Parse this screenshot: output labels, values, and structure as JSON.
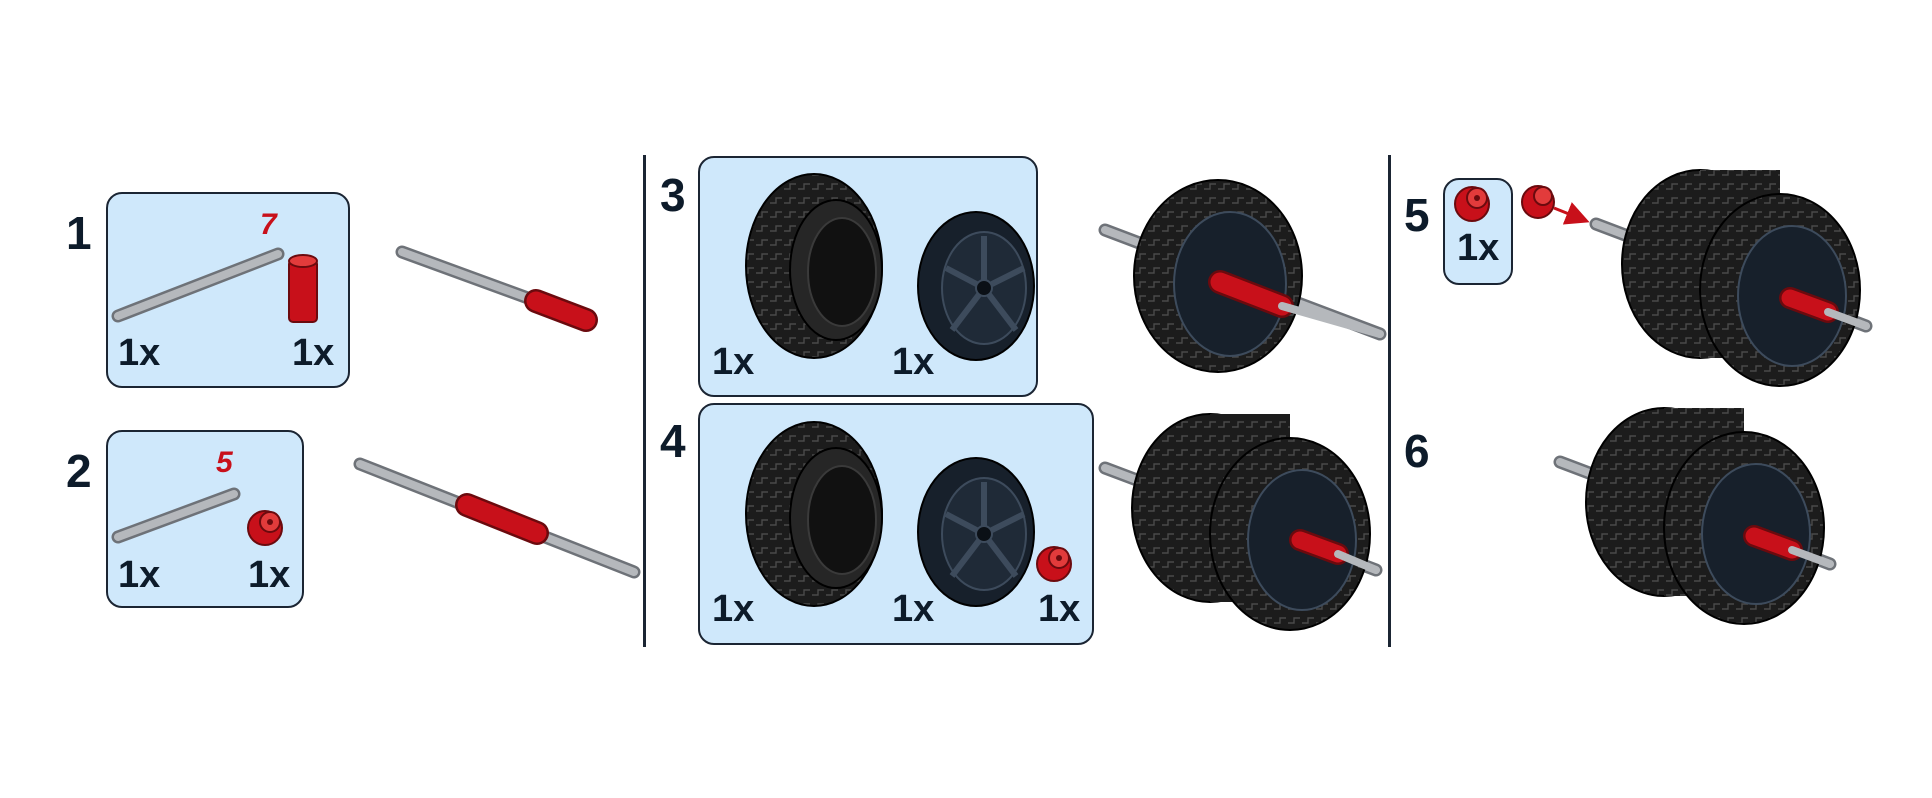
{
  "steps": [
    {
      "number": "1",
      "parts": [
        {
          "qty": "1x",
          "length": "7"
        },
        {
          "qty": "1x"
        }
      ]
    },
    {
      "number": "2",
      "parts": [
        {
          "qty": "1x",
          "length": "5"
        },
        {
          "qty": "1x"
        }
      ]
    },
    {
      "number": "3",
      "parts": [
        {
          "qty": "1x"
        },
        {
          "qty": "1x"
        }
      ]
    },
    {
      "number": "4",
      "parts": [
        {
          "qty": "1x"
        },
        {
          "qty": "1x"
        },
        {
          "qty": "1x"
        }
      ]
    },
    {
      "number": "5",
      "parts": [
        {
          "qty": "1x"
        }
      ]
    },
    {
      "number": "6",
      "parts": []
    }
  ],
  "colors": {
    "callout_bg": "#cfe8fb",
    "callout_border": "#1b2533",
    "axle": "#a9acb0",
    "red_part": "#c8101a",
    "tire": "#1c1c1c",
    "rim": "#17202b"
  },
  "icons": [
    "axle-icon",
    "connector-icon",
    "bush-icon",
    "tire-icon",
    "rim-icon",
    "wheel-assembly-icon",
    "arrow-icon"
  ]
}
